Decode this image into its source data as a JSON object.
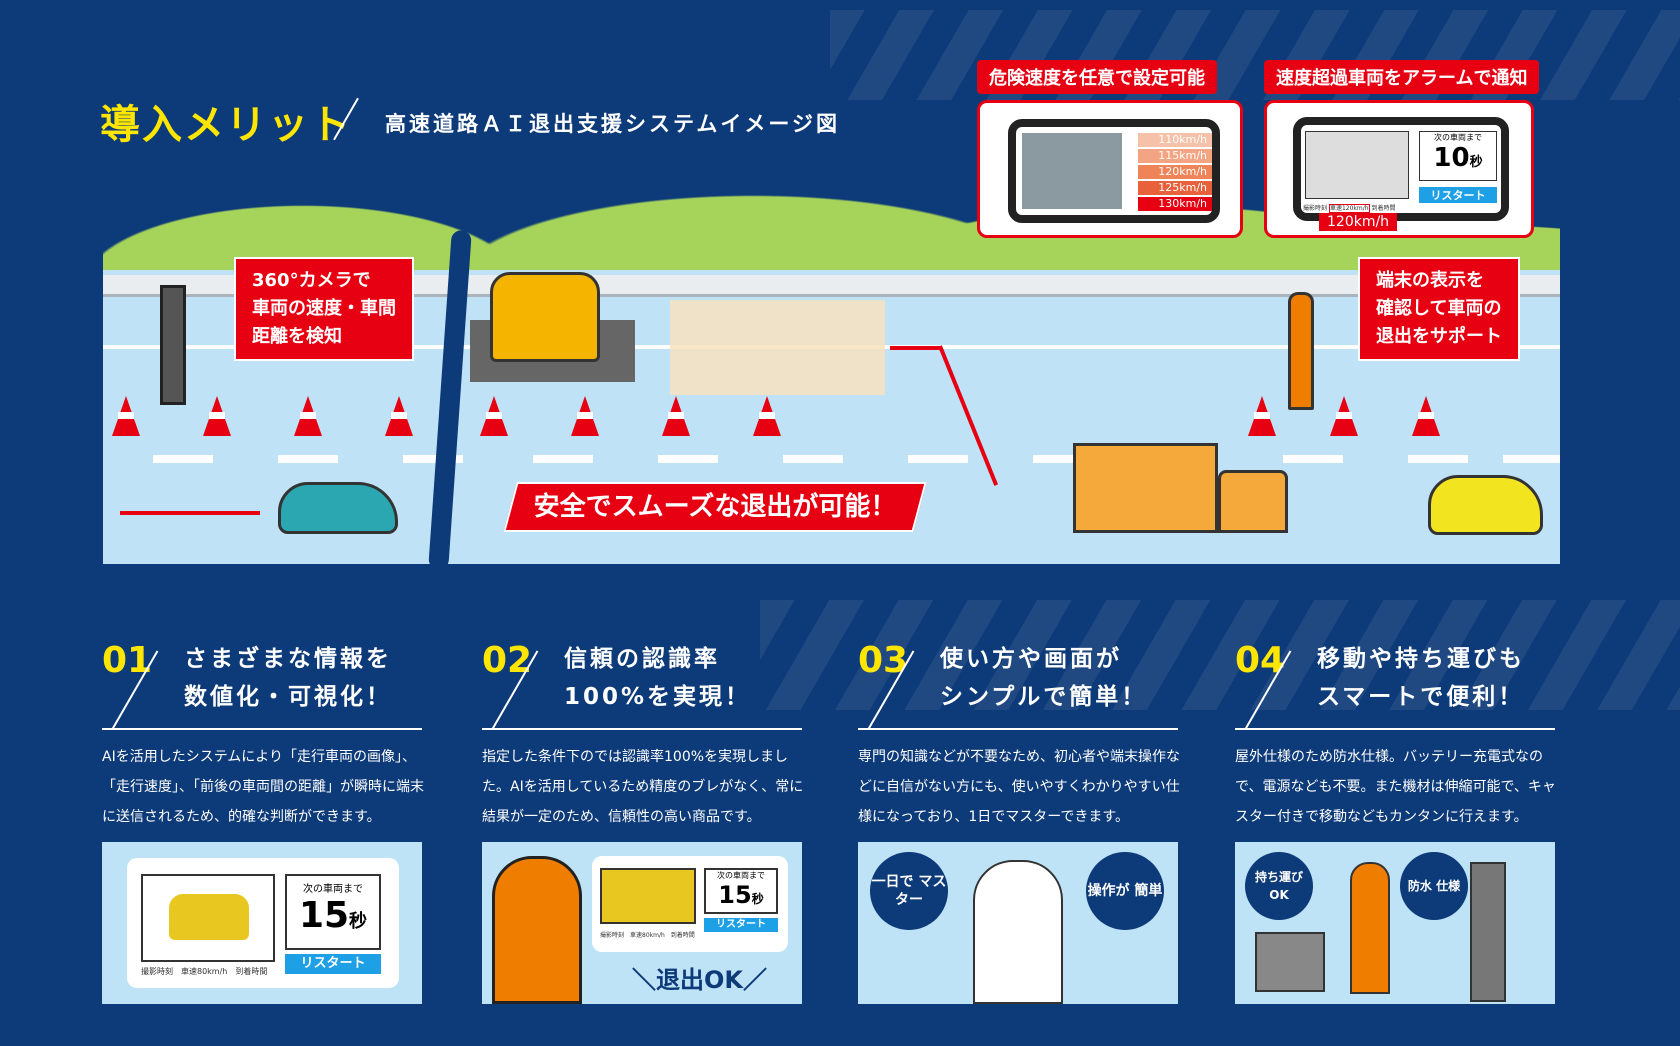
{
  "header": {
    "title": "導入メリット",
    "subtitle": "高速道路ＡＩ退出支援システムイメージ図"
  },
  "scene": {
    "camera_callout": [
      "360°カメラで",
      "車両の速度・車間",
      "距離を検知"
    ],
    "worker_callout": [
      "端末の表示を",
      "確認して車両の",
      "退出をサポート"
    ],
    "banner": "安全でスムーズな退出が可能！",
    "screen1": {
      "label": "危険速度を任意で設定可能",
      "speeds": [
        "110km/h",
        "115km/h",
        "120km/h",
        "125km/h",
        "130km/h"
      ],
      "colors": [
        "#f5c1a8",
        "#f2a483",
        "#ee8457",
        "#e8613a",
        "#e60012"
      ]
    },
    "screen2": {
      "label": "速度超過車両をアラームで通知",
      "next_label": "次の車両まで",
      "seconds": "10",
      "unit": "秒",
      "restart": "リスタート",
      "footer": [
        "撮影時刻",
        "車速120km/h",
        "到着時間"
      ],
      "alert": "120km/h"
    }
  },
  "features": [
    {
      "num": "01",
      "head": [
        "さまざまな情報を",
        "数値化・可視化！"
      ],
      "body": "AIを活用したシステムにより「走行車両の画像」、「走行速度」、「前後の車両間の距離」が瞬時に端末に送信されるため、的確な判断ができます。",
      "screen": {
        "next_label": "次の車両まで",
        "seconds": "15",
        "unit": "秒",
        "restart": "リスタート",
        "footer": "撮影時刻　車速80km/h　到着時間"
      }
    },
    {
      "num": "02",
      "head": [
        "信頼の認識率",
        "100%を実現！"
      ],
      "body": "指定した条件下のでは認識率100%を実現しました。AIを活用しているため精度のブレがなく、常に結果が一定のため、信頼性の高い商品です。",
      "screen": {
        "next_label": "次の車両まで",
        "seconds": "15",
        "unit": "秒",
        "restart": "リスタート",
        "footer": "撮影時刻　車速80km/h　到着時間"
      },
      "caption": "＼退出OK／"
    },
    {
      "num": "03",
      "head": [
        "使い方や画面が",
        "シンプルで簡単！"
      ],
      "body": "専門の知識などが不要なため、初心者や端末操作などに自信がない方にも、使いやすくわかりやすい仕様になっており、1日でマスターできます。",
      "bubbles": [
        "一日で マスター",
        "操作が 簡単"
      ]
    },
    {
      "num": "04",
      "head": [
        "移動や持ち運びも",
        "スマートで便利！"
      ],
      "body": "屋外仕様のため防水仕様。バッテリー充電式なので、電源なども不要。また機材は伸縮可能で、キャスター付きで移動などもカンタンに行えます。",
      "bubbles": [
        "持ち運び OK",
        "防水 仕様"
      ]
    }
  ],
  "colors": {
    "navy": "#0d3a78",
    "yellow": "#ffe600",
    "red": "#e60012",
    "sky": "#bfe2f6"
  }
}
